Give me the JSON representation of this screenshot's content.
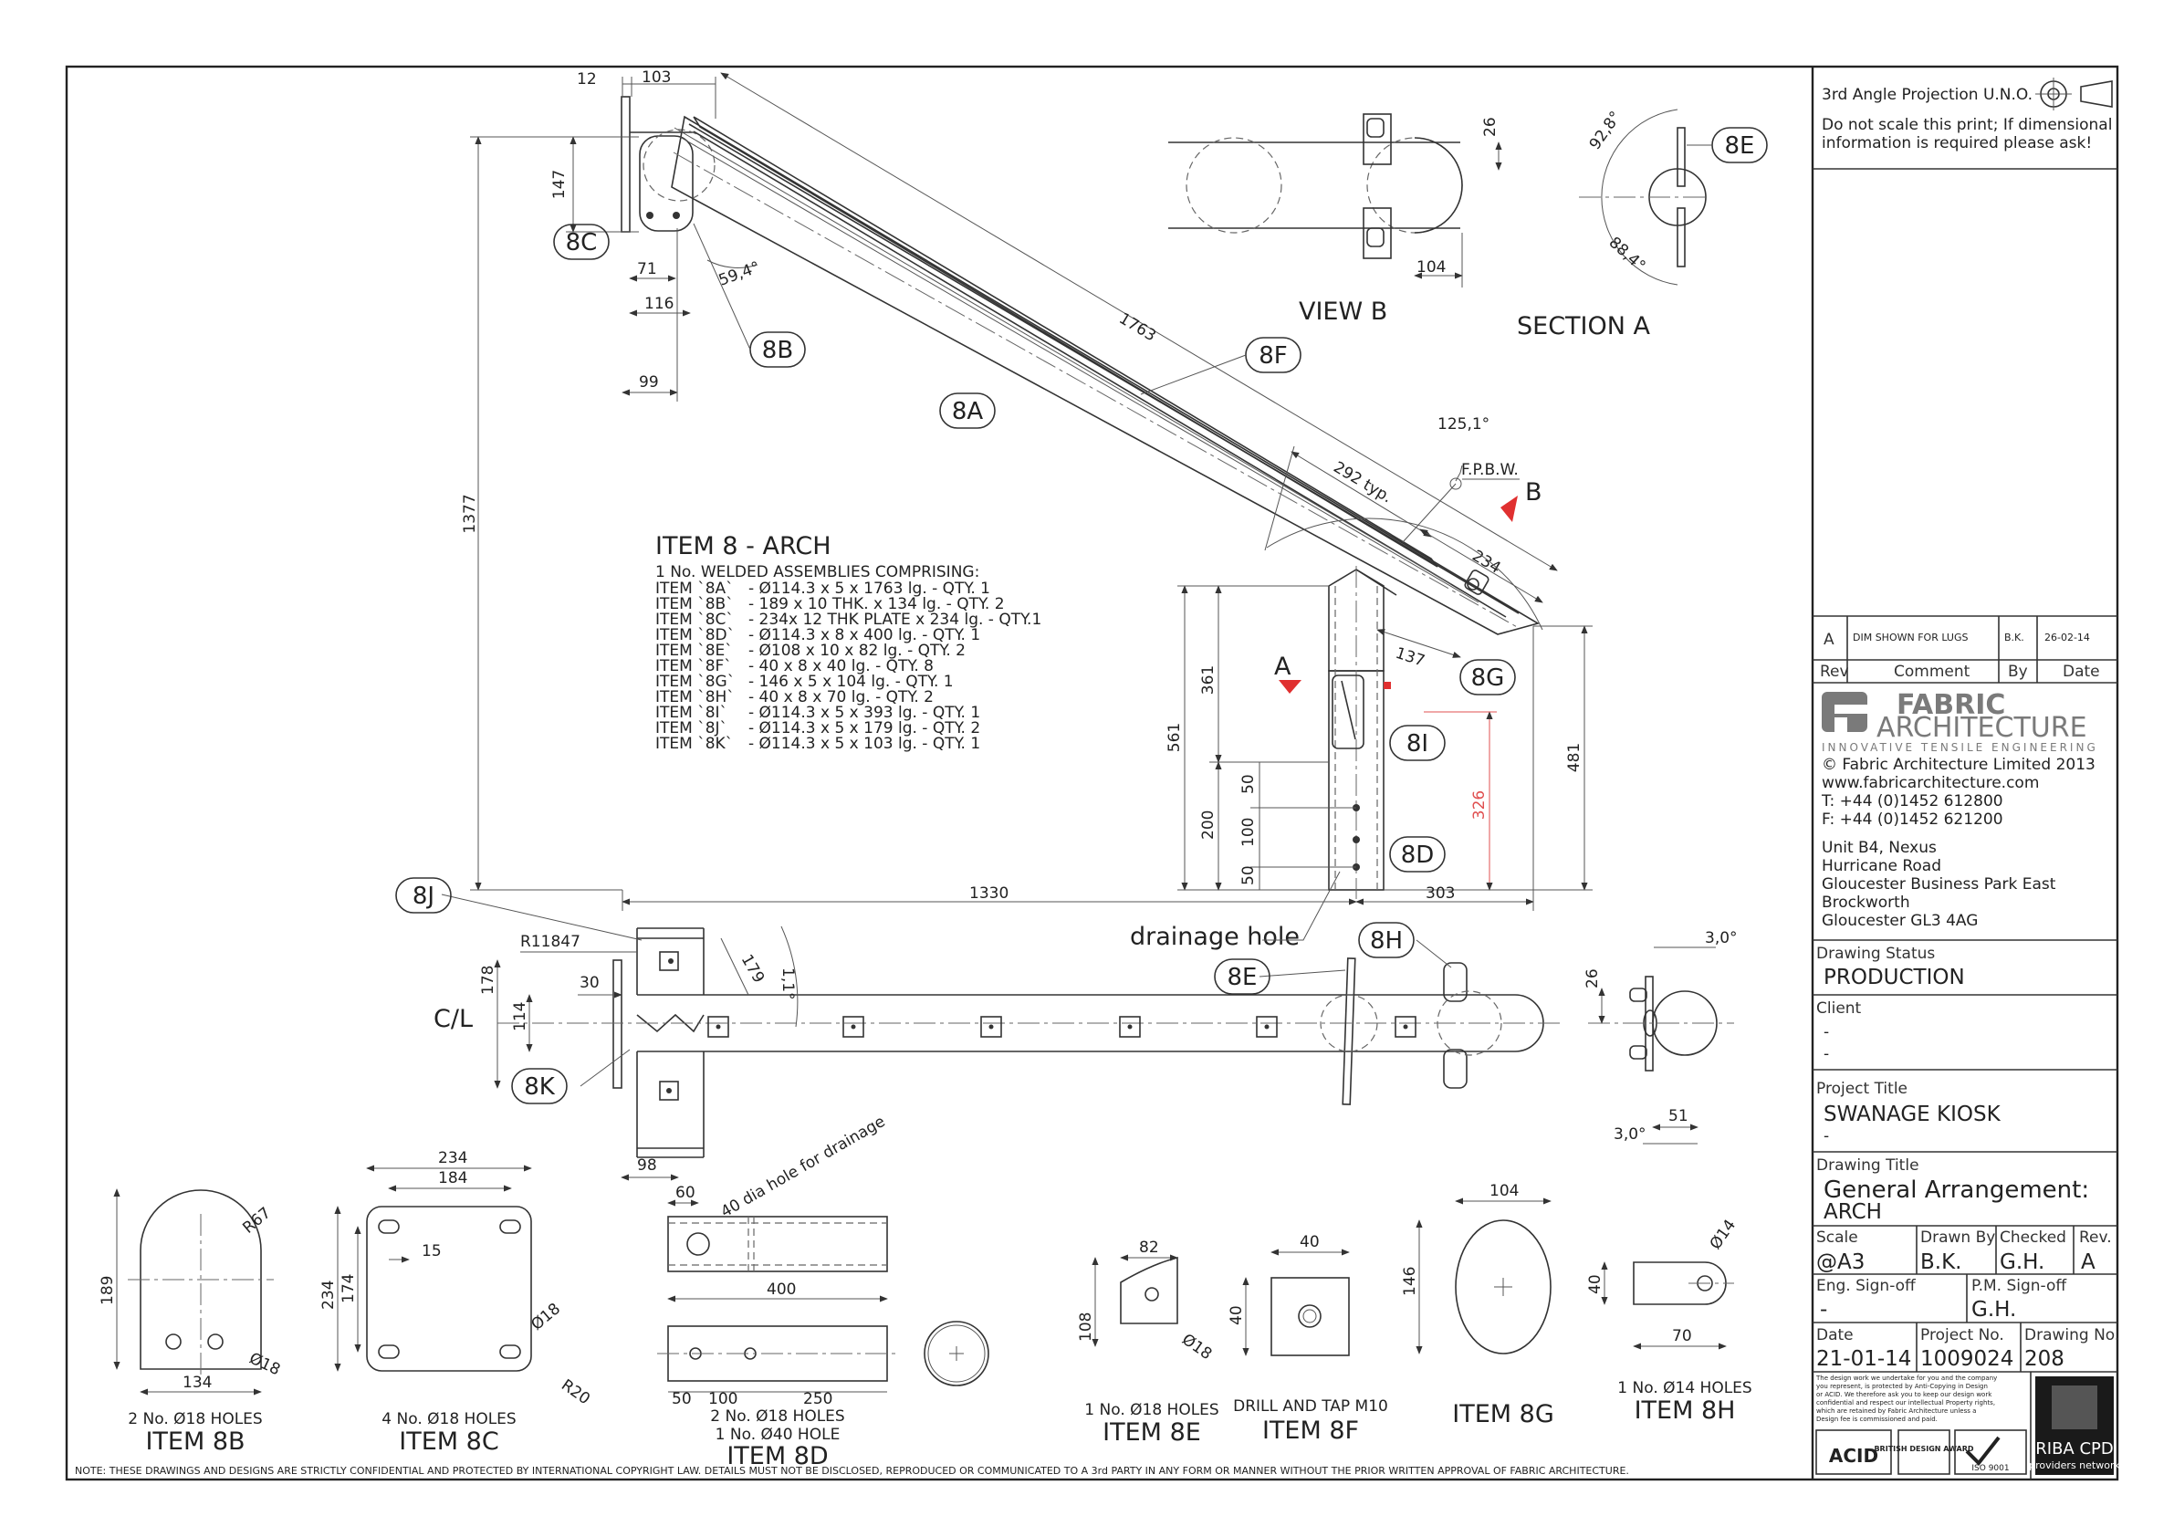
{
  "title_block": {
    "projection": "3rd Angle Projection U.N.O.",
    "warning": [
      "Do not scale this print; If dimensional",
      "information is required please ask!"
    ],
    "revision": {
      "rev": "A",
      "comment": "DIM SHOWN FOR LUGS",
      "by": "B.K.",
      "date": "26-02-14"
    },
    "rev_headers": {
      "rev": "Rev",
      "comment": "Comment",
      "by": "By",
      "date": "Date"
    },
    "company": {
      "name_line1": "FABRIC",
      "name_line2": "ARCHITECTURE",
      "tagline": "INNOVATIVE TENSILE ENGINEERING",
      "copyright": "© Fabric Architecture Limited 2013",
      "web": "www.fabricarchitecture.com",
      "tel": "T: +44 (0)1452 612800",
      "fax": "F: +44 (0)1452 621200",
      "address": [
        "Unit B4, Nexus",
        "Hurricane Road",
        "Gloucester Business Park East",
        "Brockworth",
        "Gloucester GL3 4AG"
      ]
    },
    "drawing_status_label": "Drawing Status",
    "drawing_status": "PRODUCTION",
    "client_label": "Client",
    "client_values": [
      "-",
      "-"
    ],
    "project_title_label": "Project Title",
    "project_title": "SWANAGE KIOSK",
    "project_title_2": "-",
    "drawing_title_label": "Drawing Title",
    "drawing_title": [
      "General Arrangement:",
      "ARCH"
    ],
    "scale_label": "Scale",
    "scale": "@A3",
    "drawn_by_label": "Drawn By",
    "drawn_by": "B.K.",
    "checked_label": "Checked",
    "checked": "G.H.",
    "rev_label": "Rev.",
    "rev_value": "A",
    "eng_signoff_label": "Eng. Sign-off",
    "eng_signoff": "-",
    "pm_signoff_label": "P.M. Sign-off",
    "pm_signoff": "G.H.",
    "date_label": "Date",
    "date": "21-01-14",
    "project_no_label": "Project No.",
    "project_no": "1009024",
    "drawing_no_label": "Drawing No.",
    "drawing_no": "208",
    "disclaimer": [
      "The design work we undertake for you and the company",
      "you represent, is protected by Anti-Copying in Design",
      "or ACID. We therefore ask you to keep our design work",
      "confidential and respect our intellectual Property rights,",
      "which are retained by Fabric Architecture unless a",
      "Design fee is commissioned and paid."
    ],
    "logos": {
      "acid": "ACID",
      "british_design": "BRITISH DESIGN AWARD",
      "iso": "ISO 9001",
      "riba": "RIBA CPD",
      "riba_sub": "providers network"
    }
  },
  "notes": {
    "item_heading": "ITEM 8 - ARCH",
    "item_intro": "1 No. WELDED ASSEMBLIES COMPRISING:",
    "items": [
      {
        "code": "ITEM `8A`",
        "desc": "- Ø114.3 x 5 x 1763 lg. - QTY. 1"
      },
      {
        "code": "ITEM `8B`",
        "desc": "- 189 x 10 THK. x 134 lg. - QTY. 2"
      },
      {
        "code": "ITEM `8C`",
        "desc": "- 234x 12 THK PLATE x 234 lg. - QTY.1"
      },
      {
        "code": "ITEM `8D`",
        "desc": "- Ø114.3 x 8 x 400 lg. - QTY. 1"
      },
      {
        "code": "ITEM `8E`",
        "desc": "- Ø108 x 10 x 82 lg. - QTY. 2"
      },
      {
        "code": "ITEM `8F`",
        "desc": "- 40 x 8 x 40 lg. - QTY. 8"
      },
      {
        "code": "ITEM `8G`",
        "desc": "- 146 x 5 x 104 lg. - QTY. 1"
      },
      {
        "code": "ITEM `8H`",
        "desc": "- 40 x 8 x 70 lg. - QTY. 2"
      },
      {
        "code": "ITEM `8I`",
        "desc": "- Ø114.3 x 5 x 393 lg. - QTY. 1"
      },
      {
        "code": "ITEM `8J`",
        "desc": "- Ø114.3 x 5 x 179 lg. - QTY. 2"
      },
      {
        "code": "ITEM `8K`",
        "desc": "- Ø114.3 x 5 x 103 lg. - QTY. 1"
      }
    ],
    "footer_note": "NOTE: THESE DRAWINGS AND DESIGNS ARE STRICTLY CONFIDENTIAL AND PROTECTED BY INTERNATIONAL COPYRIGHT LAW. DETAILS MUST NOT BE DISCLOSED, REPRODUCED OR COMMUNICATED TO A 3rd PARTY IN ANY FORM OR MANNER WITHOUT THE PRIOR WRITTEN APPROVAL OF FABRIC ARCHITECTURE."
  },
  "view_labels": {
    "view_b": "VIEW B",
    "section_a": "SECTION A",
    "centerline": "C/L",
    "drainage_hole": "drainage hole",
    "fpbw": "F.P.B.W.",
    "marker_a": "A",
    "marker_b": "B"
  },
  "bubbles": [
    "8C",
    "8B",
    "8A",
    "8F",
    "8E",
    "8G",
    "8I",
    "8D",
    "8J",
    "8E",
    "8H",
    "8K"
  ],
  "dimensions": {
    "elevation": [
      "12",
      "103",
      "147",
      "71",
      "116",
      "59,4°",
      "99",
      "1377",
      "1763",
      "292 typ.",
      "234",
      "125,1°",
      "137",
      "361",
      "561",
      "481",
      "326",
      "50",
      "100",
      "50",
      "200",
      "1330",
      "303"
    ],
    "view_b": [
      "26",
      "104"
    ],
    "section_a": [
      "92,8°",
      "88,4°"
    ],
    "plan": [
      "R11847",
      "178",
      "114",
      "30",
      "179",
      "1,1°",
      "98"
    ],
    "end": [
      "3,0°",
      "26",
      "51",
      "3,0°"
    ]
  },
  "details": [
    {
      "title": "ITEM 8B",
      "sub": [
        "2 No. Ø18 HOLES"
      ],
      "dims": [
        "R67",
        "189",
        "Ø18",
        "134"
      ]
    },
    {
      "title": "ITEM 8C",
      "sub": [
        "4 No. Ø18 HOLES"
      ],
      "dims": [
        "234",
        "184",
        "15",
        "234",
        "174",
        "Ø18",
        "R20"
      ]
    },
    {
      "title": "ITEM 8D",
      "sub": [
        "2 No. Ø18 HOLES",
        "1 No. Ø40 HOLE"
      ],
      "dims": [
        "60",
        "40 dia hole for drainage",
        "400",
        "50",
        "100",
        "250"
      ]
    },
    {
      "title": "ITEM 8E",
      "sub": [
        "1 No. Ø18 HOLES"
      ],
      "dims": [
        "82",
        "108",
        "Ø18"
      ]
    },
    {
      "title": "ITEM 8F",
      "sub": [
        "DRILL AND TAP M10"
      ],
      "dims": [
        "40",
        "40"
      ]
    },
    {
      "title": "ITEM 8G",
      "sub": [],
      "dims": [
        "104",
        "146"
      ]
    },
    {
      "title": "ITEM 8H",
      "sub": [
        "1 No. Ø14 HOLES"
      ],
      "dims": [
        "Ø14",
        "40",
        "70"
      ]
    }
  ],
  "colors": {
    "line": "#333333",
    "accent_red": "#e03030",
    "dim_red": "#e05050",
    "logo_grey": "#7a7a7a"
  }
}
